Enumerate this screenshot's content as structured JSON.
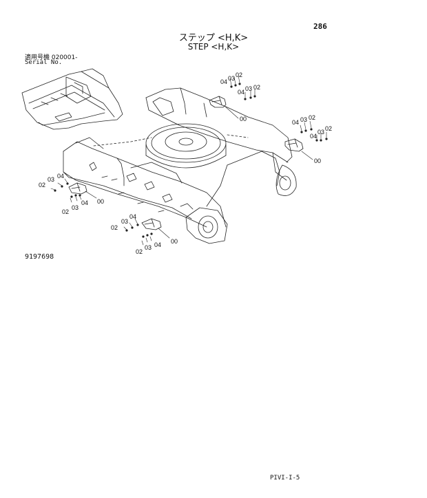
{
  "page_number": "286",
  "title_jp": "ステップ <H,K>",
  "title_en": "STEP <H,K>",
  "serial_label_jp": "適用号機 020001-",
  "serial_label_en": "Serial No.",
  "figure_number": "9197698",
  "footer_code": "PIVI-I-5",
  "callouts": {
    "a_02": "02",
    "a_03": "03",
    "a_04": "04",
    "a_04b": "04",
    "a_03b": "03",
    "a_02b": "02",
    "a_00": "00",
    "b_04": "04",
    "b_03": "03",
    "b_02": "02",
    "b_04b": "04",
    "b_03b": "03",
    "b_02b": "02",
    "b_00": "00",
    "c_02": "02",
    "c_03": "03",
    "c_04": "04",
    "c_02b": "02",
    "c_03b": "03",
    "c_04b": "04",
    "c_00": "00",
    "d_02": "02",
    "d_03": "03",
    "d_04": "04",
    "d_02b": "02",
    "d_03b": "03",
    "d_04b": "04",
    "d_00": "00"
  }
}
